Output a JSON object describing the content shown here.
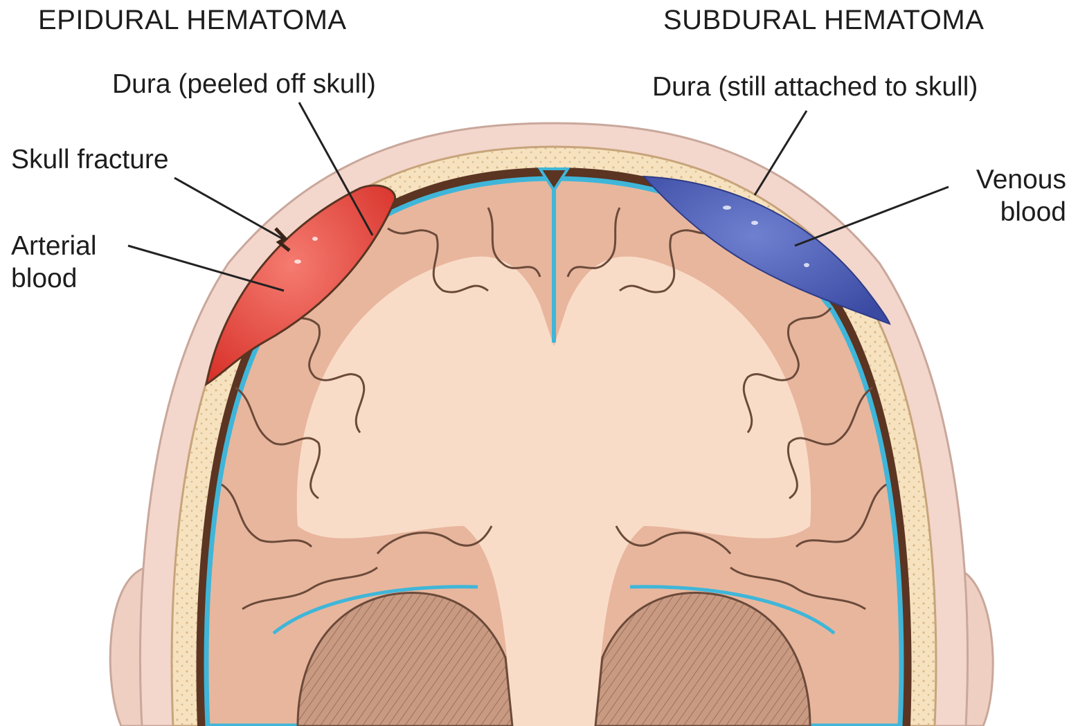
{
  "headings": {
    "left": "EPIDURAL HEMATOMA",
    "right": "SUBDURAL HEMATOMA"
  },
  "labels": {
    "dura_peeled": "Dura (peeled off skull)",
    "dura_attached": "Dura (still attached to skull)",
    "skull_fracture": "Skull fracture",
    "arterial_line1": "Arterial",
    "arterial_line2": "blood",
    "venous_line1": "Venous",
    "venous_line2": "blood"
  },
  "colors": {
    "skin": "#f3d6cc",
    "skin_edge": "#c9a79b",
    "skull": "#f6e2bf",
    "skull_dots": "#d9b98a",
    "dura": "#3fb6d9",
    "brain": "#e8b69d",
    "brain_inner": "#f9dcc8",
    "brain_edge": "#6b4a3a",
    "sulcus": "#5a3524",
    "arterial_blood": "#e4483e",
    "venous_blood": "#4d5fb3",
    "cerebellum": "#c99a82",
    "leader": "#222222"
  }
}
